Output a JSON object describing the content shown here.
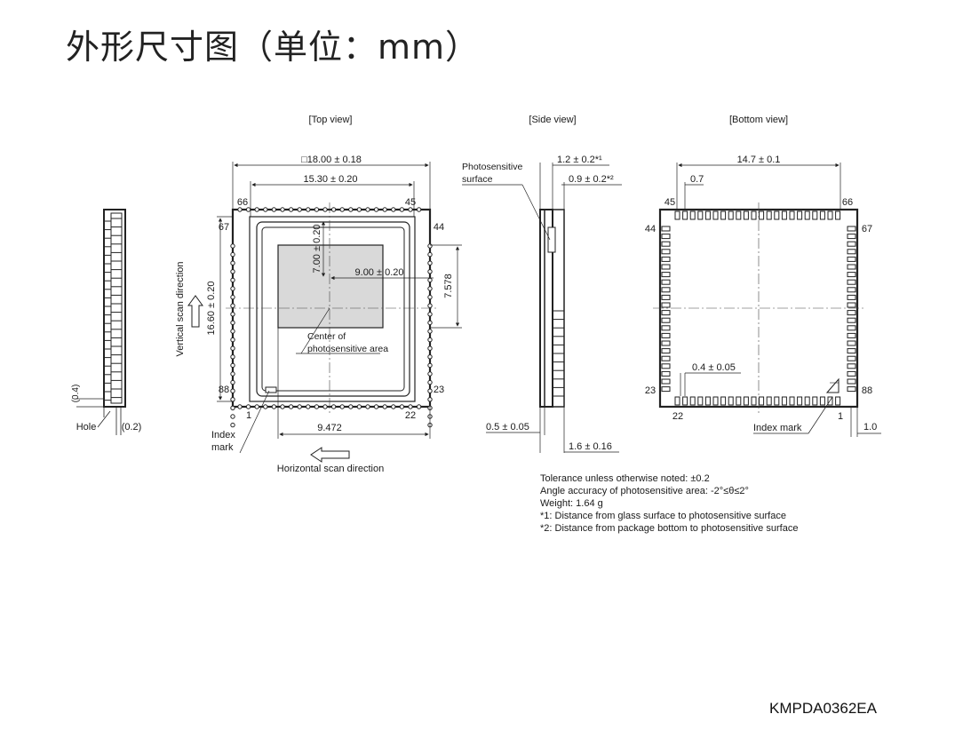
{
  "title": "外形尺寸图（单位：mm）",
  "views": {
    "top": "[Top view]",
    "side": "[Side view]",
    "bottom": "[Bottom view]"
  },
  "top_view": {
    "dim_width": "□18.00 ± 0.18",
    "dim_inner": "15.30 ± 0.20",
    "dim_height": "16.60 ± 0.20",
    "dim_area_v": "7.00 ± 0.20",
    "dim_area_h": "9.00 ± 0.20",
    "dim_right": "7.578",
    "dim_bottom": "9.472",
    "pin_66": "66",
    "pin_45": "45",
    "pin_67": "67",
    "pin_44": "44",
    "pin_88": "88",
    "pin_23": "23",
    "pin_1": "1",
    "pin_22": "22",
    "center_label_1": "Center of",
    "center_label_2": "photosensitive area",
    "index_1": "Index",
    "index_2": "mark",
    "vertical_scan": "Vertical scan direction",
    "horizontal_scan": "Horizontal scan direction"
  },
  "left_view": {
    "dim_04": "(0.4)",
    "hole": "Hole",
    "dim_02": "(0.2)"
  },
  "side_view": {
    "photo_1": "Photosensitive",
    "photo_2": "surface",
    "dim_1": "1.2 ± 0.2*¹",
    "dim_2": "0.9 ± 0.2*²",
    "dim_3": "0.5 ± 0.05",
    "dim_4": "1.6 ± 0.16"
  },
  "bottom_view": {
    "dim_width": "14.7 ± 0.1",
    "dim_pitch": "0.7",
    "dim_pad": "0.4 ± 0.05",
    "dim_edge": "1.0",
    "pin_45": "45",
    "pin_66": "66",
    "pin_44": "44",
    "pin_67": "67",
    "pin_23": "23",
    "pin_88": "88",
    "pin_22": "22",
    "pin_1": "1",
    "index_mark": "Index mark"
  },
  "notes": [
    "Tolerance unless otherwise noted: ±0.2",
    "Angle accuracy of photosensitive area: -2°≤θ≤2°",
    "Weight: 1.64 g",
    "*1: Distance from glass surface to photosensitive surface",
    "*2: Distance from package bottom to photosensitive surface"
  ],
  "drawing_code": "KMPDA0362EA"
}
